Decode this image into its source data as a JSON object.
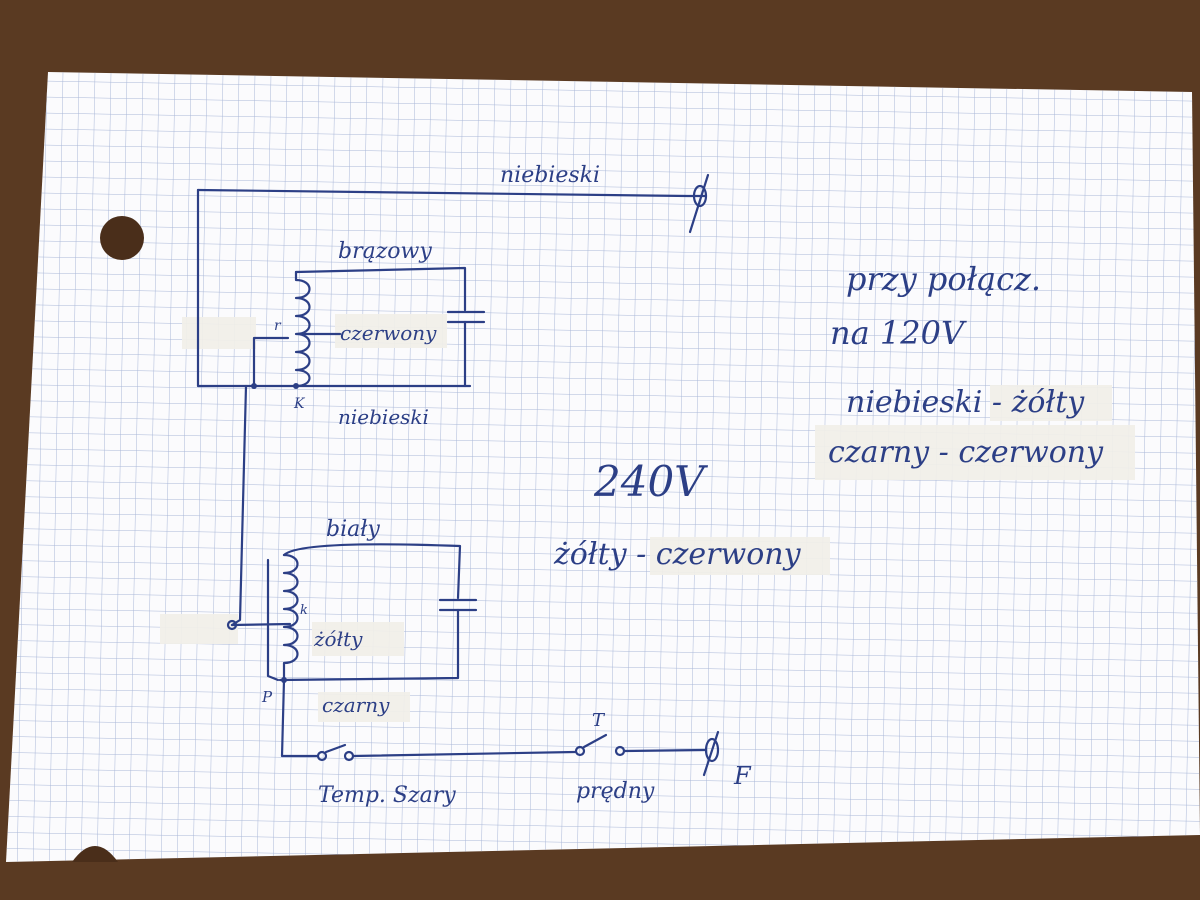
{
  "diagram": {
    "wire_labels": {
      "top_wire": "niebieski",
      "upper_coil_top": "brązowy",
      "upper_coil_tap": "czerwony",
      "upper_coil_bottom": "niebieski",
      "lower_coil_top": "biały",
      "lower_coil_tap": "żółty",
      "lower_coil_bottom": "czarny"
    },
    "terminal_marks": {
      "upper_r": "r",
      "upper_k": "K",
      "lower_k": "k",
      "lower_p": "P",
      "phase_symbol": "ϕ",
      "phase_f": "F",
      "switch_t": "T"
    },
    "switch_labels": {
      "thermostat": "Temp. Szary",
      "speed": "prędny"
    },
    "notes": {
      "voltage_240": "240V",
      "pair_240": "żółty - czerwony",
      "note_120_line1": "przy połącz.",
      "note_120_line2": "na 120V",
      "note_120_line3": "niebieski - żółty",
      "note_120_line4": "czarny - czerwony"
    },
    "colors": {
      "ink": "#2c3f86",
      "paper": "#fbfbfd",
      "grid": "#a9b7d8",
      "table": "#5a3a22"
    }
  }
}
